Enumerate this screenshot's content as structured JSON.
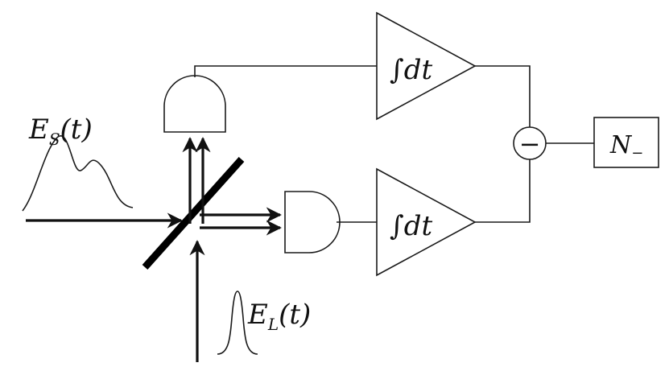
{
  "signal_label": {
    "main": "E",
    "sub": "S",
    "arg": "(t)"
  },
  "lo_label": {
    "main": "E",
    "sub": "L",
    "arg": "(t)"
  },
  "integrator_upper": {
    "integral": "∫",
    "text": "dt"
  },
  "integrator_lower": {
    "integral": "∫",
    "text": "dt"
  },
  "subtractor_symbol": "−",
  "output": {
    "main": "N",
    "sub": "−"
  }
}
